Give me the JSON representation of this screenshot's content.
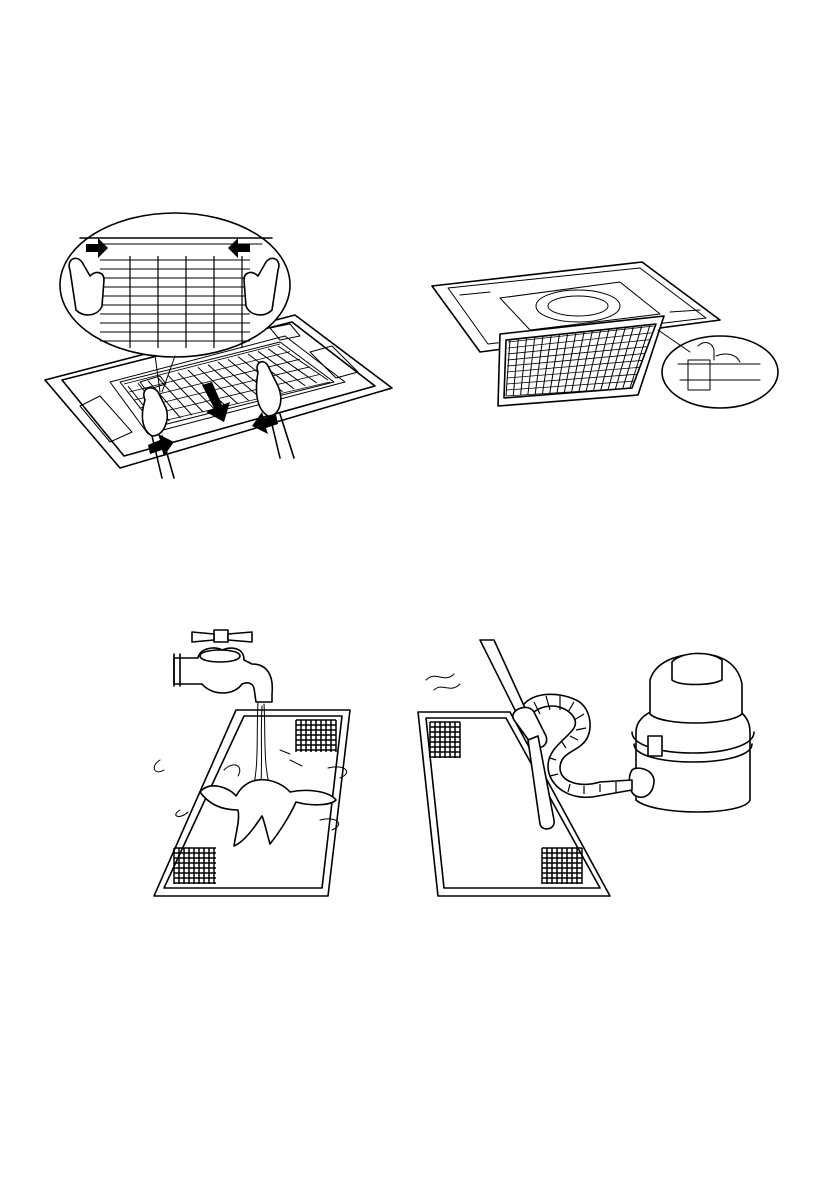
{
  "figures": [
    {
      "id": "remove-grille",
      "icon": "hands-removing-filter-illustration"
    },
    {
      "id": "open-panel",
      "icon": "open-intake-grille-illustration"
    },
    {
      "id": "wash-filter",
      "icon": "faucet-washing-filter-illustration"
    },
    {
      "id": "vacuum-filter",
      "icon": "vacuum-cleaning-filter-illustration"
    }
  ],
  "colors": {
    "line": "#000000",
    "background": "#ffffff"
  }
}
